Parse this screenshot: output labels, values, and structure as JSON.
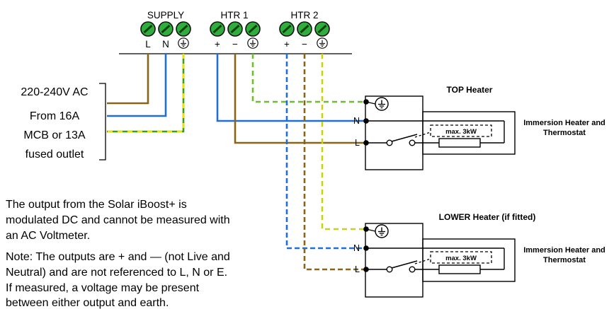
{
  "colors": {
    "live_brown": "#8a6518",
    "neutral_blue": "#1f6fd6",
    "earth_green": "#33a02c",
    "earth_yellow": "#e8e400",
    "htr1_earth": "#6cbe2e",
    "htr2_earth": "#c9d116",
    "terminal_green": "#2fae3e"
  },
  "terminal_strip": {
    "groups": [
      {
        "label": "SUPPLY",
        "pin1": "L",
        "pin2": "N"
      },
      {
        "label": "HTR 1",
        "pin1": "+",
        "pin2": "−"
      },
      {
        "label": "HTR 2",
        "pin1": "+",
        "pin2": "−"
      }
    ]
  },
  "supply_info": {
    "line1": "220-240V AC",
    "line2": "From 16A",
    "line3": "MCB or 13A",
    "line4": "fused outlet"
  },
  "heaters": [
    {
      "title": "TOP Heater",
      "terminal_n": "N",
      "terminal_l": "L",
      "element_rating": "max. 3kW",
      "caption1": "Immersion Heater and",
      "caption2": "Thermostat"
    },
    {
      "title": "LOWER Heater (if fitted)",
      "terminal_n": "N",
      "terminal_l": "L",
      "element_rating": "max. 3kW",
      "caption1": "Immersion Heater and",
      "caption2": "Thermostat"
    }
  ],
  "notes": {
    "para1": [
      "The output from the Solar iBoost+ is",
      "modulated DC and cannot be measured with",
      "an AC Voltmeter."
    ],
    "para2": [
      "Note: The outputs are + and — (not Live and",
      "Neutral) and are not referenced to L, N or E.",
      "If measured, a voltage may be present",
      "between either output and earth."
    ]
  }
}
